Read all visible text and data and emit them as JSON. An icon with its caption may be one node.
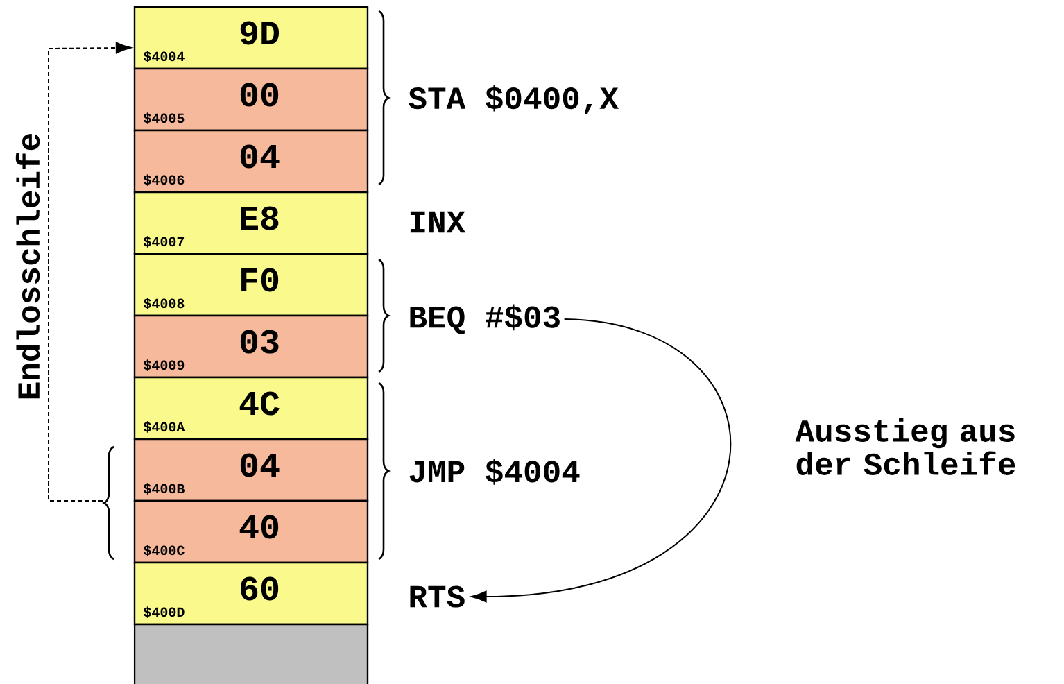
{
  "diagram": {
    "nodes": [
      {
        "text": [
          "9D",
          "$4004"
        ]
      },
      {
        "text": [
          "00",
          "$4005"
        ]
      },
      {
        "text": [
          "04",
          "$4006"
        ]
      },
      {
        "text": [
          "E8",
          "$4007"
        ]
      },
      {
        "text": [
          "F0",
          "$4008"
        ]
      },
      {
        "text": [
          "03",
          "$4009"
        ]
      },
      {
        "text": [
          "4C",
          "$400A"
        ]
      },
      {
        "text": [
          "04",
          "$400B"
        ]
      },
      {
        "text": [
          "40",
          "$400C"
        ]
      },
      {
        "text": [
          "60",
          "$400D"
        ]
      },
      {
        "text": [],
        "shape": "box"
      },
      {
        "text": [
          "BEQ #$03"
        ]
      },
      {
        "text": [
          "RTS"
        ]
      }
    ],
    "edges": [
      {
        "from": 11,
        "to": 12,
        "arrow": "to",
        "label": "Ausstieg aus der Schleife"
      },
      {
        "from": null,
        "to": 0,
        "arrow": "to",
        "label": "Endlosschleife",
        "style": "dashed"
      }
    ],
    "labels": [
      "STA $0400,X",
      "INX",
      "JMP $4004"
    ]
  }
}
